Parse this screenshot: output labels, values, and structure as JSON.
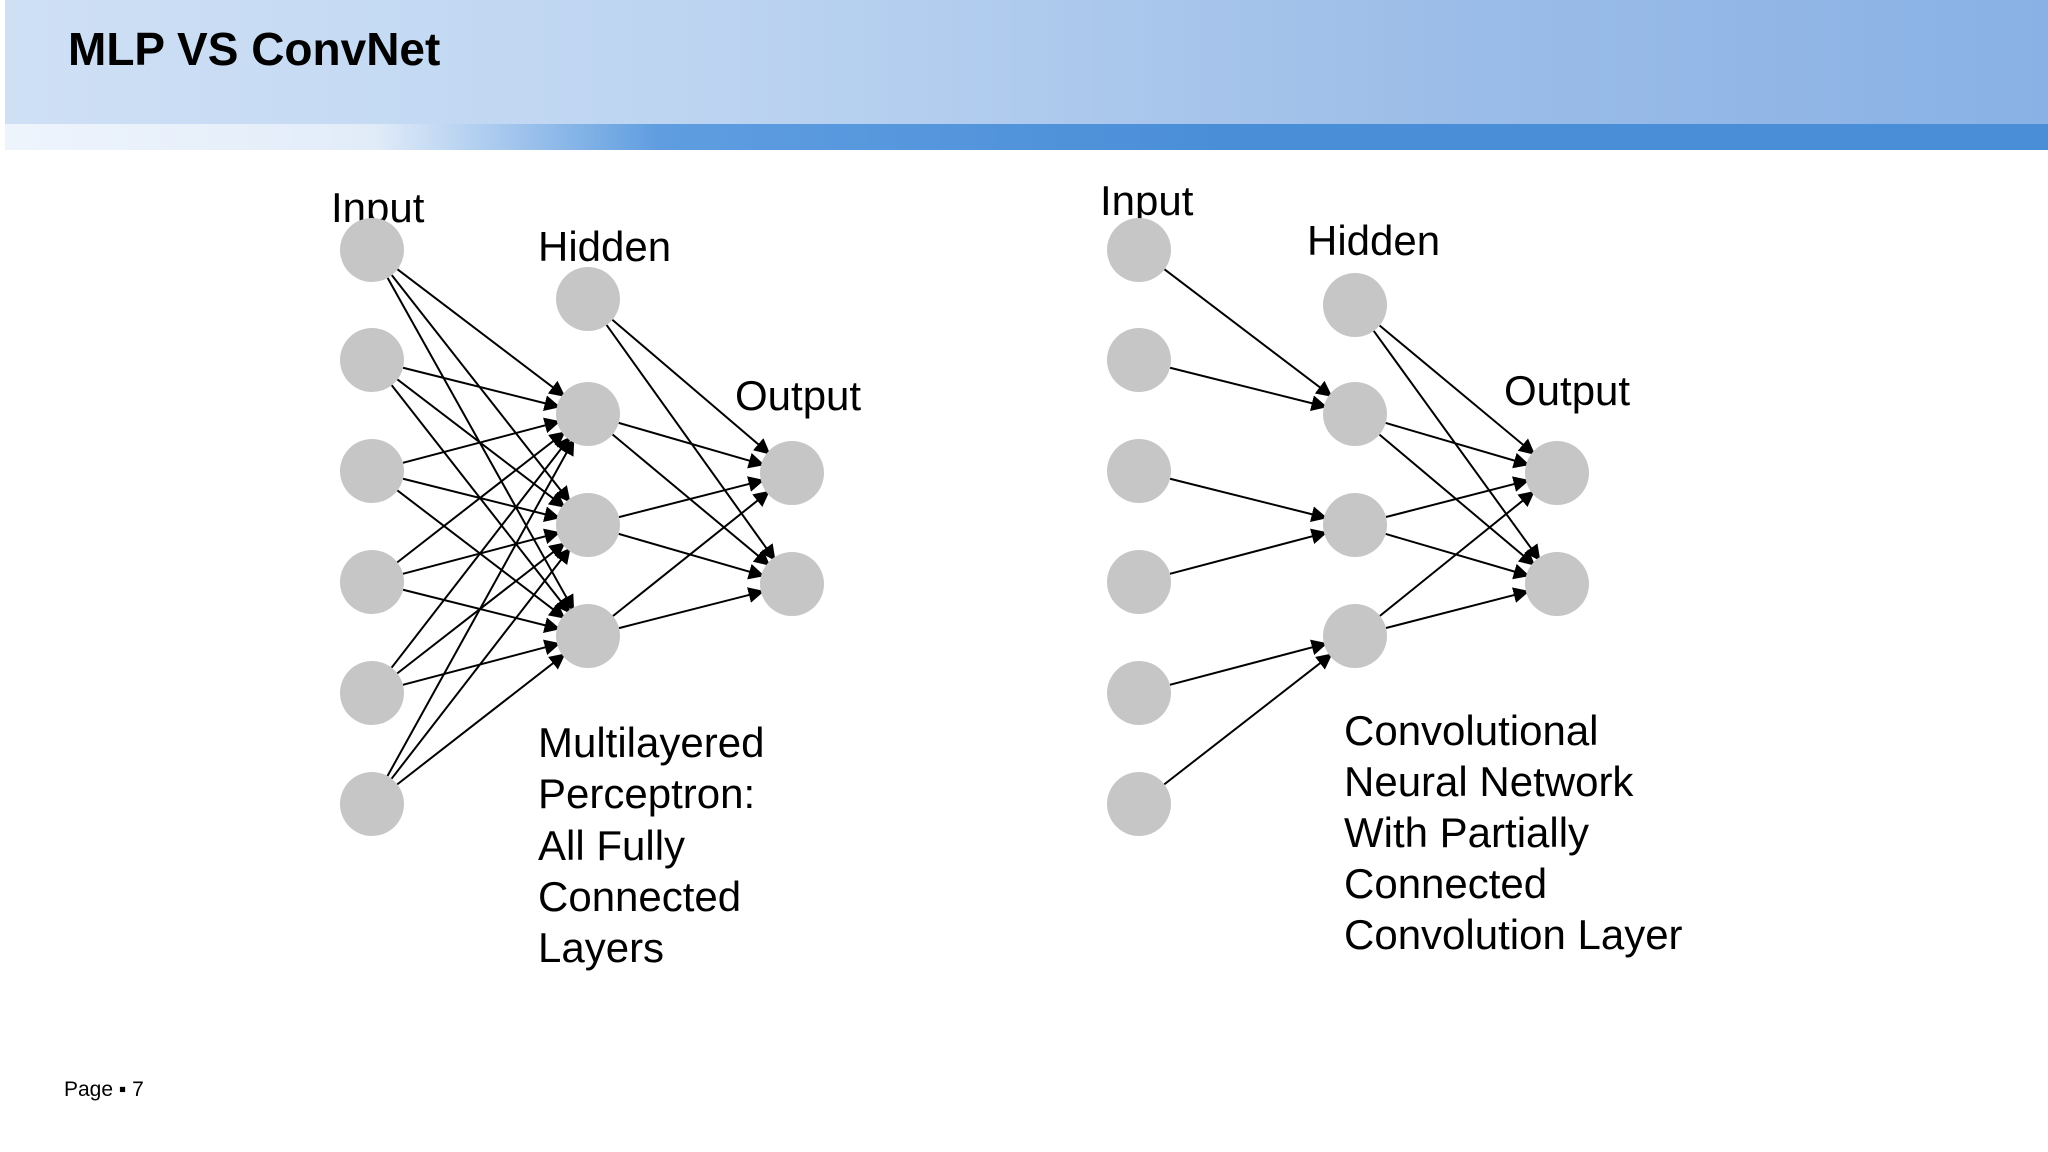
{
  "slide": {
    "title": "MLP VS ConvNet",
    "page_label": "Page ▪ 7"
  },
  "mlp": {
    "input_label": "Input",
    "hidden_label": "Hidden",
    "output_label": "Output",
    "caption": [
      "Multilayered",
      "Perceptron:",
      "All Fully",
      "Connected",
      "Layers"
    ]
  },
  "cnn": {
    "input_label": "Input",
    "hidden_label": "Hidden",
    "output_label": "Output",
    "caption": [
      "Convolutional",
      "Neural Network",
      "With Partially",
      "Connected",
      "Convolution Layer"
    ]
  },
  "colors": {
    "node": "#c6c6c6",
    "edge": "#000000",
    "header_accent": "#4a8ed8"
  }
}
